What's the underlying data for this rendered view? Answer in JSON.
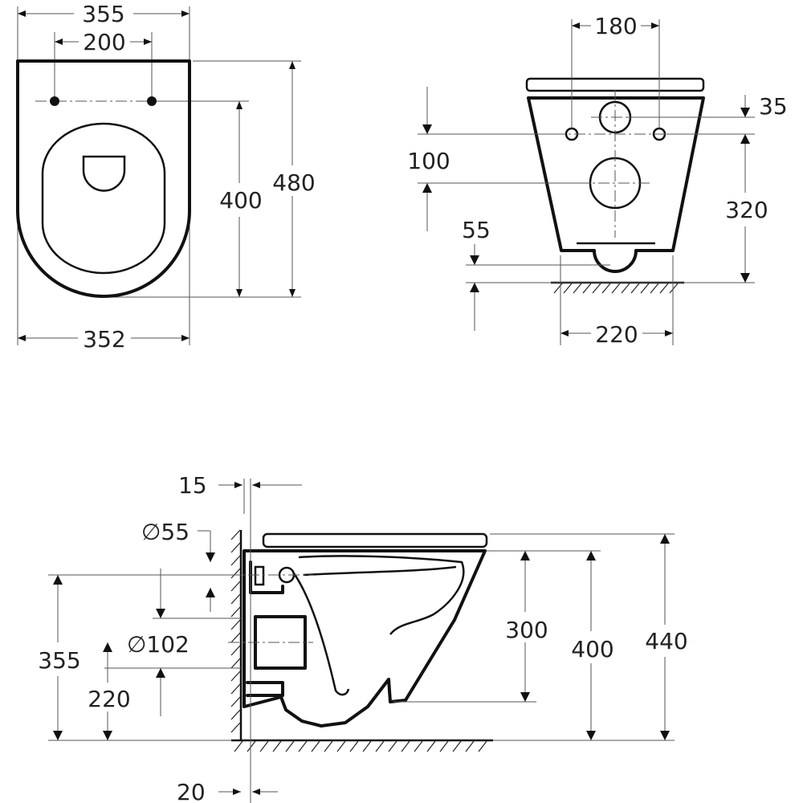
{
  "colors": {
    "line": "#111111",
    "dimension": "#555555",
    "background": "#ffffff"
  },
  "top_view": {
    "dim_overall_width": "355",
    "dim_bolt_spacing": "200",
    "dim_base_width": "352",
    "dim_bowl_length": "400",
    "dim_overall_length": "480"
  },
  "rear_view": {
    "dim_hole_spacing": "180",
    "dim_top_offset": "35",
    "dim_outlet_spacing": "100",
    "dim_outlet_height": "320",
    "dim_bottom_offset": "55",
    "dim_base_width": "220"
  },
  "side_view": {
    "dim_gap_top": "15",
    "dim_inlet_diameter": "∅55",
    "dim_outlet_diameter": "∅102",
    "dim_inlet_height": "355",
    "dim_outlet_height": "220",
    "dim_rim_height": "300",
    "dim_seat_height": "400",
    "dim_overall_height": "440",
    "dim_gap_bottom": "20"
  }
}
